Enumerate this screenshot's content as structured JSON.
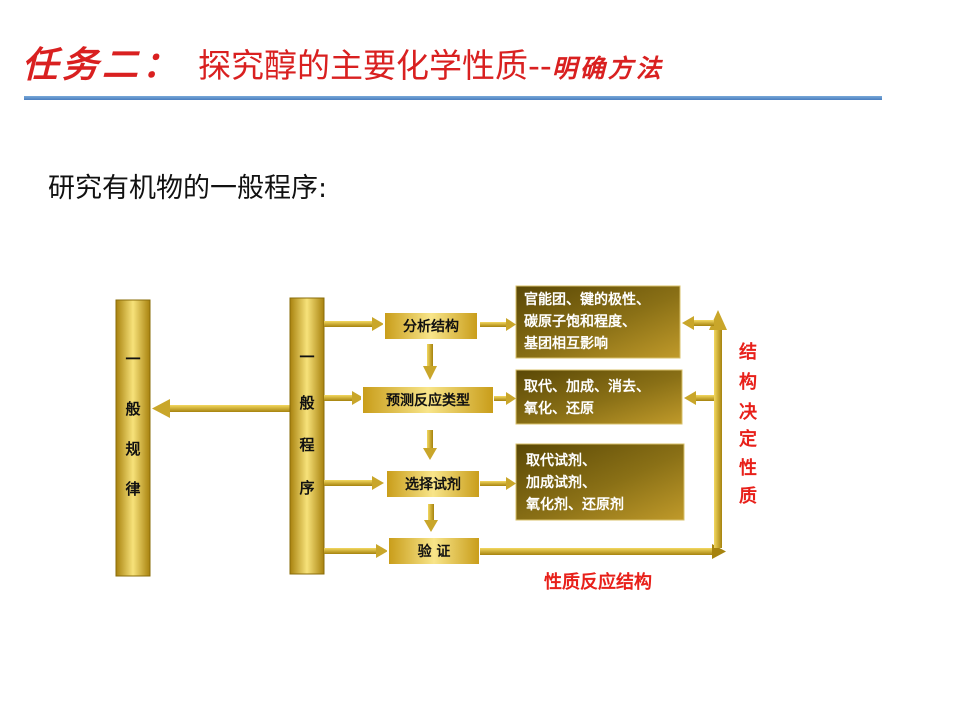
{
  "slide": {
    "title_task": "任务二：",
    "title_main": "探究醇的主要化学性质--",
    "title_tail": "明确方法",
    "subtitle": "研究有机物的一般程序:"
  },
  "diagram": {
    "left_bar_chars": [
      "一",
      "般",
      "规",
      "律"
    ],
    "middle_bar_chars": [
      "一",
      "般",
      "程",
      "序"
    ],
    "steps": [
      "分析结构",
      "预测反应类型",
      "选择试剂",
      "验  证"
    ],
    "info_boxes": [
      [
        "官能团、键的极性、",
        "碳原子饱和程度、",
        "基团相互影响"
      ],
      [
        "取代、加成、消去、",
        "氧化、还原"
      ],
      [
        "取代试剂、",
        "加成试剂、",
        "氧化剂、还原剂"
      ]
    ],
    "right_label_chars": [
      "结",
      "构",
      "决",
      "定",
      "性",
      "质"
    ],
    "bottom_label": "性质反应结构"
  },
  "colors": {
    "title_red": "#d92020",
    "title_rule_blue": "#4a7fc0",
    "gold": "#e8c53a",
    "dark_gold": "#6e5a10",
    "label_red": "#e8201a"
  }
}
